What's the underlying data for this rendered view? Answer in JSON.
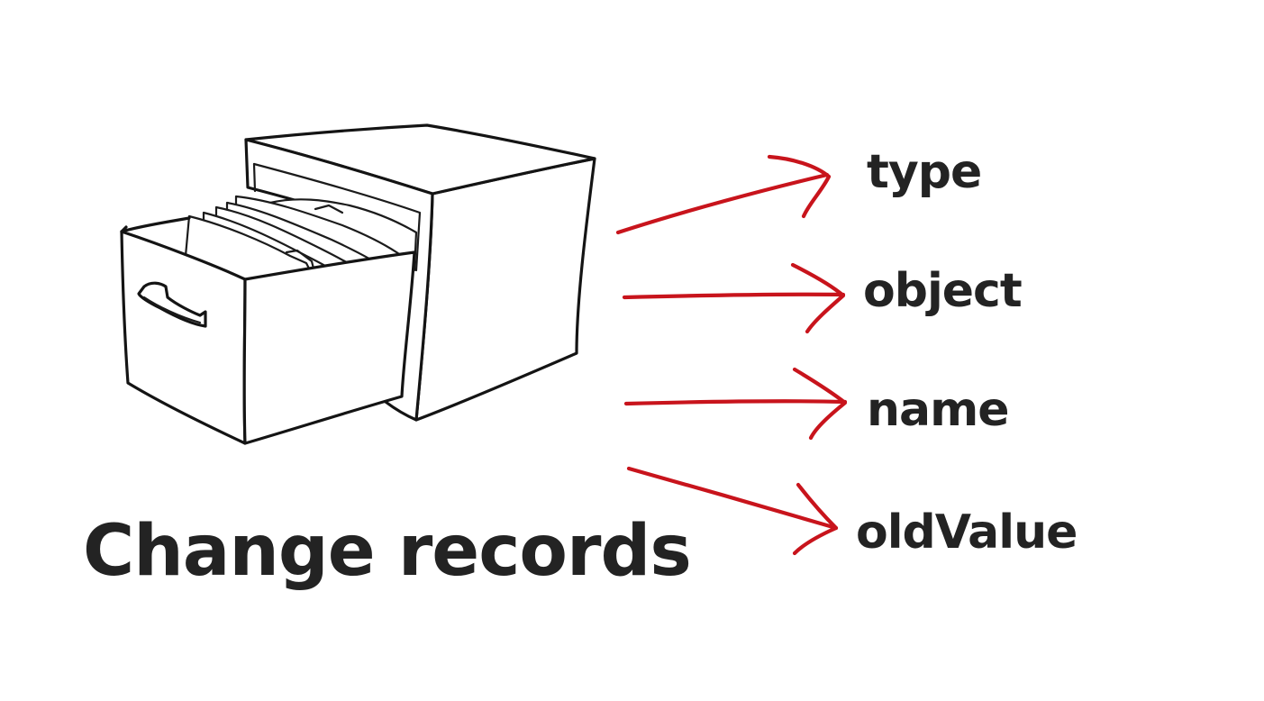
{
  "title": "Change records",
  "fields": [
    {
      "label": "type"
    },
    {
      "label": "object"
    },
    {
      "label": "name"
    },
    {
      "label": "oldValue"
    }
  ],
  "colors": {
    "arrow": "#c8141c",
    "text": "#232323",
    "ink": "#141414",
    "background": "#ffffff"
  },
  "icons": {
    "cabinet": "filing-cabinet-icon"
  }
}
